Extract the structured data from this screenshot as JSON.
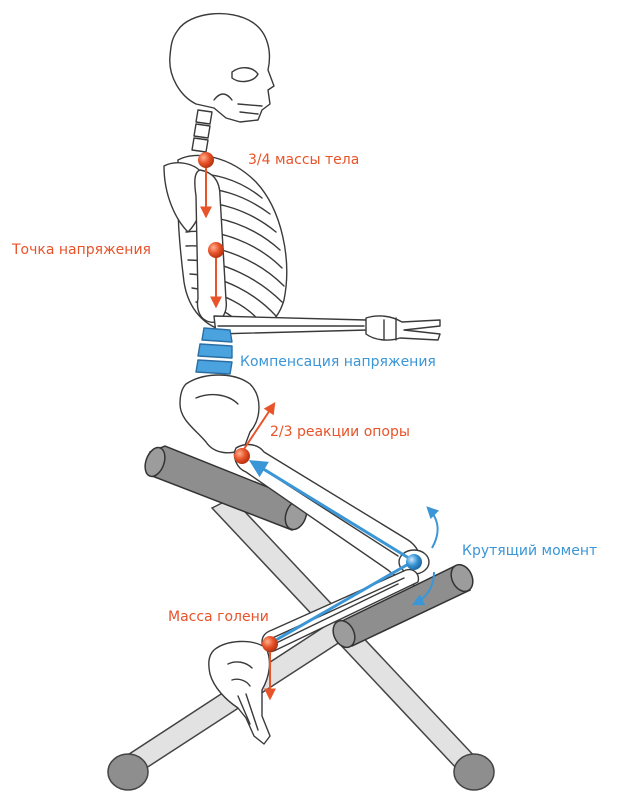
{
  "labels": {
    "body_mass": "3/4 массы тела",
    "tension_point": "Точка напряжения",
    "tension_compensation": "Компенсация напряжения",
    "support_reaction": "2/3 реакции опоры",
    "torque": "Крутящий момент",
    "shin_mass": "Масса голени"
  },
  "colors": {
    "force_orange": "#e8532a",
    "compensation_blue": "#3a96d6",
    "chair_fill": "#8e8e8e",
    "chair_frame": "#d9d9d9",
    "bone_stroke": "#3a3a3a"
  }
}
